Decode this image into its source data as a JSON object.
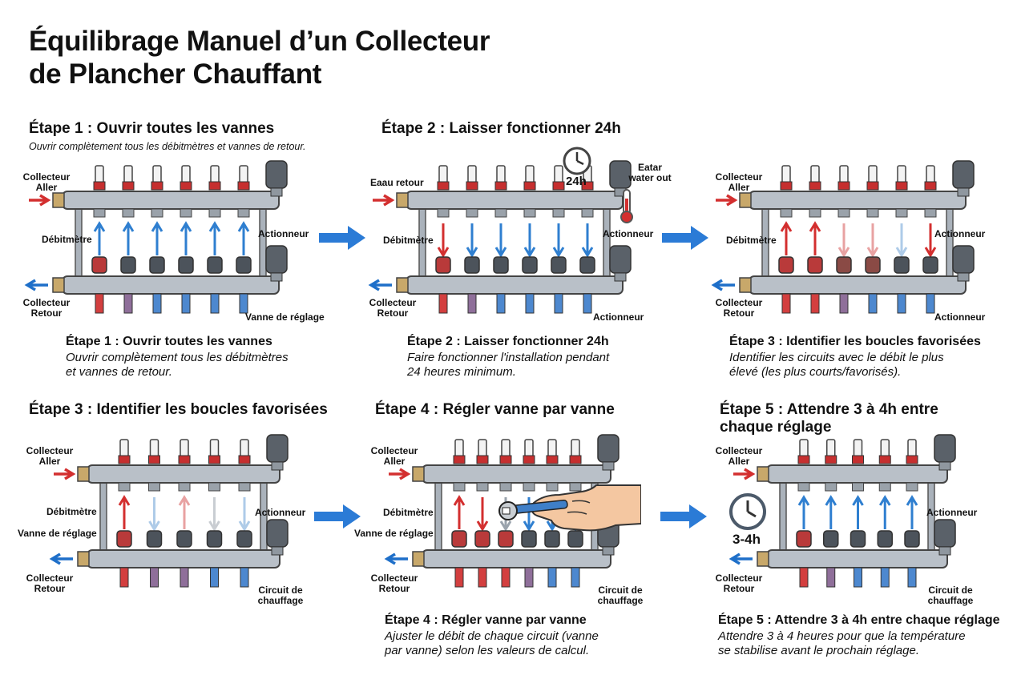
{
  "title": "Équilibrage Manuel d’un Collecteur\nde Plancher Chauffant",
  "colors": {
    "supply": "#d32f2f",
    "return_arrow": "#1e6fc9",
    "flow_blue": "#2f7fd0",
    "flow_red": "#d32f2f",
    "flow_light_red": "#e8a2a2",
    "flow_light_blue": "#aecbe8",
    "process_arrow": "#2b7bd6",
    "pipe": "#b9c0c8",
    "cap_dark": "#4c535b"
  },
  "panels": [
    {
      "heading": "Étape 1 : Ouvrir toutes les vannes",
      "subheading": "Ouvrir complètement tous les débitmètres et vannes de retour.",
      "labels": {
        "supply": "Collecteur\nAller",
        "flowmeter": "Débitmètre",
        "actuator": "Actionneur",
        "return": "Collecteur\nRetour",
        "valve": "Vanne de réglage"
      },
      "caption_title": "Étape 1 : Ouvrir toutes les vannes",
      "caption_text": "Ouvrir complètement tous les débitmètres\net vannes de retour."
    },
    {
      "heading": "Étape 2 : Laisser fonctionner 24h",
      "labels": {
        "supply": "Eaau retour",
        "flowmeter": "Débitmètre",
        "actuator_top": "Actionneur",
        "actuator_bottom": "Actionneur",
        "return": "Collecteur\nRetour",
        "clock": "24h",
        "water_out": "Eatar\nwater out"
      },
      "caption_title": "Étape 2 : Laisser fonctionner 24h",
      "caption_text": "Faire fonctionner l'installation pendant\n24 heures minimum."
    },
    {
      "labels": {
        "supply": "Collecteur\nAller",
        "flowmeter": "Débitmètre",
        "actuator_top": "Actionneur",
        "actuator_bottom": "Actionneur",
        "return": "Collecteur\nRetour"
      },
      "caption_title": "Étape 3 : Identifier les boucles favorisées",
      "caption_text": "Identifier les circuits avec le débit le plus\nélevé (les plus courts/favorisés)."
    },
    {
      "heading": "Étape 3 : Identifier les boucles favorisées",
      "labels": {
        "supply": "Collecteur\nAller",
        "flowmeter": "Débitmètre",
        "actuator": "Actionneur",
        "valve": "Vanne de réglage",
        "return": "Collecteur\nRetour",
        "circuit": "Circuit de\nchauffage"
      }
    },
    {
      "heading": "Étape 4 : Régler vanne par vanne",
      "labels": {
        "supply": "Collecteur\nAller",
        "flowmeter": "Débitmètre",
        "valve": "Vanne de réglage",
        "return": "Collecteur\nRetour",
        "circuit": "Circuit de\nchauffage"
      },
      "caption_title": "Étape 4 : Régler vanne par vanne",
      "caption_text": "Ajuster le débit de chaque circuit (vanne\npar vanne) selon les valeurs de calcul."
    },
    {
      "heading": "Étape 5 : Attendre 3 à 4h entre\nchaque réglage",
      "labels": {
        "supply": "Collecteur\nAller",
        "actuator": "Actionneur",
        "return": "Collecteur\nRetour",
        "circuit": "Circuit de\nchauffage",
        "clock": "3-4h"
      },
      "caption_title": "Étape 5 : Attendre 3 à 4h entre chaque réglage",
      "caption_text": "Attendre 3 à 4 heures pour que la température\nse stabilise avant le prochain réglage."
    }
  ],
  "manifolds": [
    {
      "loops": 6,
      "flow": [
        "blue",
        "blue",
        "blue",
        "blue",
        "blue",
        "blue"
      ],
      "dir": [
        "up",
        "up",
        "up",
        "up",
        "up",
        "up"
      ],
      "lower_caps": [
        "red",
        "dark",
        "dark",
        "dark",
        "dark",
        "dark"
      ],
      "pipes": [
        "red",
        "purple",
        "blue",
        "blue",
        "blue",
        "blue"
      ]
    },
    {
      "loops": 6,
      "flow": [
        "red",
        "blue",
        "blue",
        "blue",
        "blue",
        "blue"
      ],
      "dir": [
        "down",
        "down",
        "down",
        "down",
        "down",
        "down"
      ],
      "lower_caps": [
        "red",
        "dark",
        "dark",
        "dark",
        "dark",
        "dark"
      ],
      "pipes": [
        "red",
        "purple",
        "blue",
        "blue",
        "blue",
        "blue"
      ]
    },
    {
      "loops": 6,
      "flow": [
        "red",
        "red",
        "lightred",
        "lightred",
        "lightblue",
        "red"
      ],
      "dir": [
        "up",
        "up",
        "down",
        "down",
        "down",
        "down"
      ],
      "lower_caps": [
        "red",
        "red",
        "brown",
        "brown",
        "dark",
        "dark"
      ],
      "pipes": [
        "red",
        "red",
        "purple",
        "blue",
        "blue",
        "blue"
      ]
    },
    {
      "loops": 5,
      "flow": [
        "red",
        "lightblue",
        "lightred",
        "lightgray",
        "lightblue"
      ],
      "dir": [
        "up",
        "down",
        "up",
        "down",
        "down"
      ],
      "lower_caps": [
        "red",
        "dark",
        "dark",
        "dark",
        "dark"
      ],
      "pipes": [
        "red",
        "purple",
        "purple",
        "blue",
        "blue"
      ]
    },
    {
      "loops": 6,
      "flow": [
        "red",
        "red",
        "gray",
        "blue",
        "blue",
        "blue"
      ],
      "dir": [
        "up",
        "down",
        "down",
        "down",
        "down",
        "down"
      ],
      "lower_caps": [
        "red",
        "red",
        "red",
        "dark",
        "dark",
        "dark"
      ],
      "pipes": [
        "red",
        "red",
        "red",
        "purple",
        "blue",
        "blue"
      ]
    },
    {
      "loops": 5,
      "flow": [
        "blue",
        "blue",
        "blue",
        "blue",
        "blue"
      ],
      "dir": [
        "up",
        "up",
        "up",
        "up",
        "up"
      ],
      "lower_caps": [
        "red",
        "dark",
        "dark",
        "dark",
        "dark"
      ],
      "pipes": [
        "red",
        "purple",
        "blue",
        "blue",
        "blue"
      ]
    }
  ]
}
